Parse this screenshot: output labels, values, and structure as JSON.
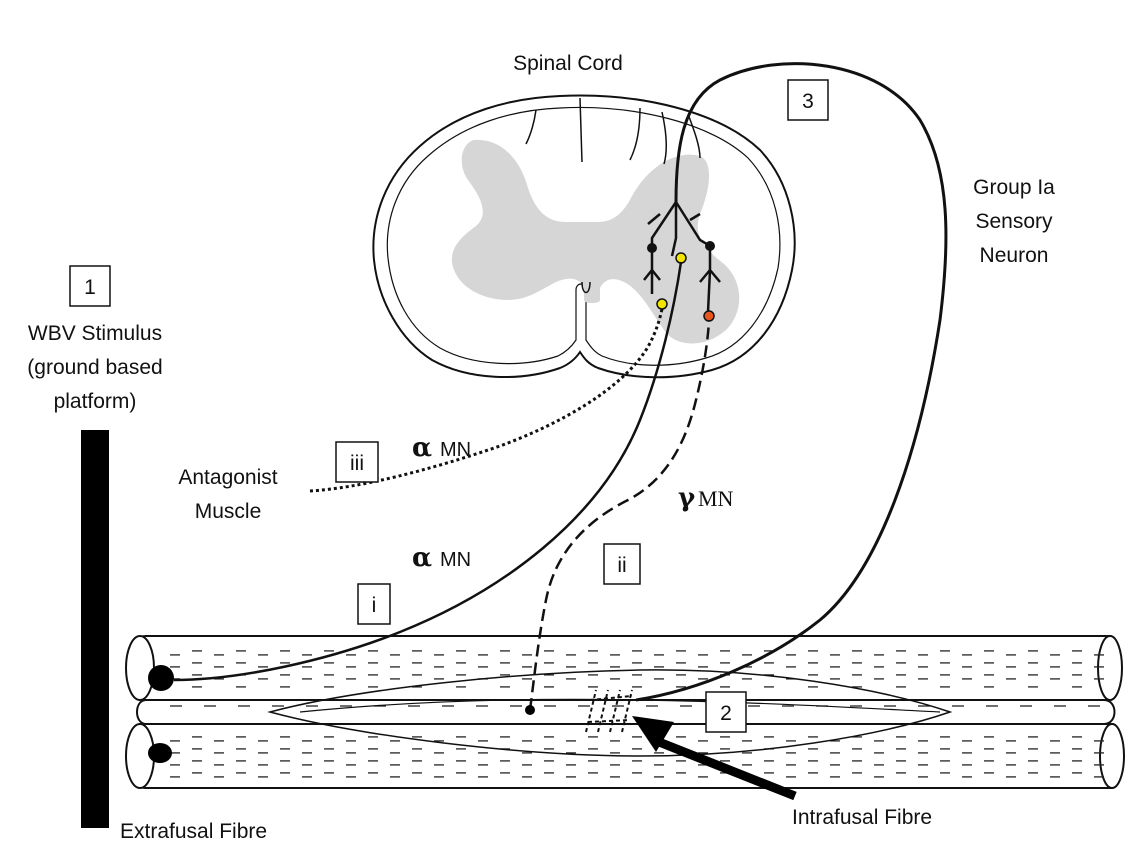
{
  "title": "Spinal Cord",
  "labels": {
    "sensory_neuron": [
      "Group Ia",
      "Sensory",
      "Neuron"
    ],
    "stimulus": [
      "WBV Stimulus",
      "(ground based",
      "platform)"
    ],
    "antagonist": [
      "Antagonist",
      "Muscle"
    ],
    "extrafusal": "Extrafusal Fibre",
    "intrafusal": "Intrafusal Fibre"
  },
  "boxes": {
    "b1": "1",
    "b2": "2",
    "b3": "3",
    "bi": "i",
    "bii": "ii",
    "biii": "iii"
  },
  "neurons": {
    "alpha_symbol": "α",
    "gamma_symbol": "γ",
    "mn": "MN"
  },
  "colors": {
    "gray_matter": "#d6d6d6",
    "synapse_yellow": "#f2e600",
    "synapse_orange": "#e8561c",
    "ink": "#111111"
  }
}
